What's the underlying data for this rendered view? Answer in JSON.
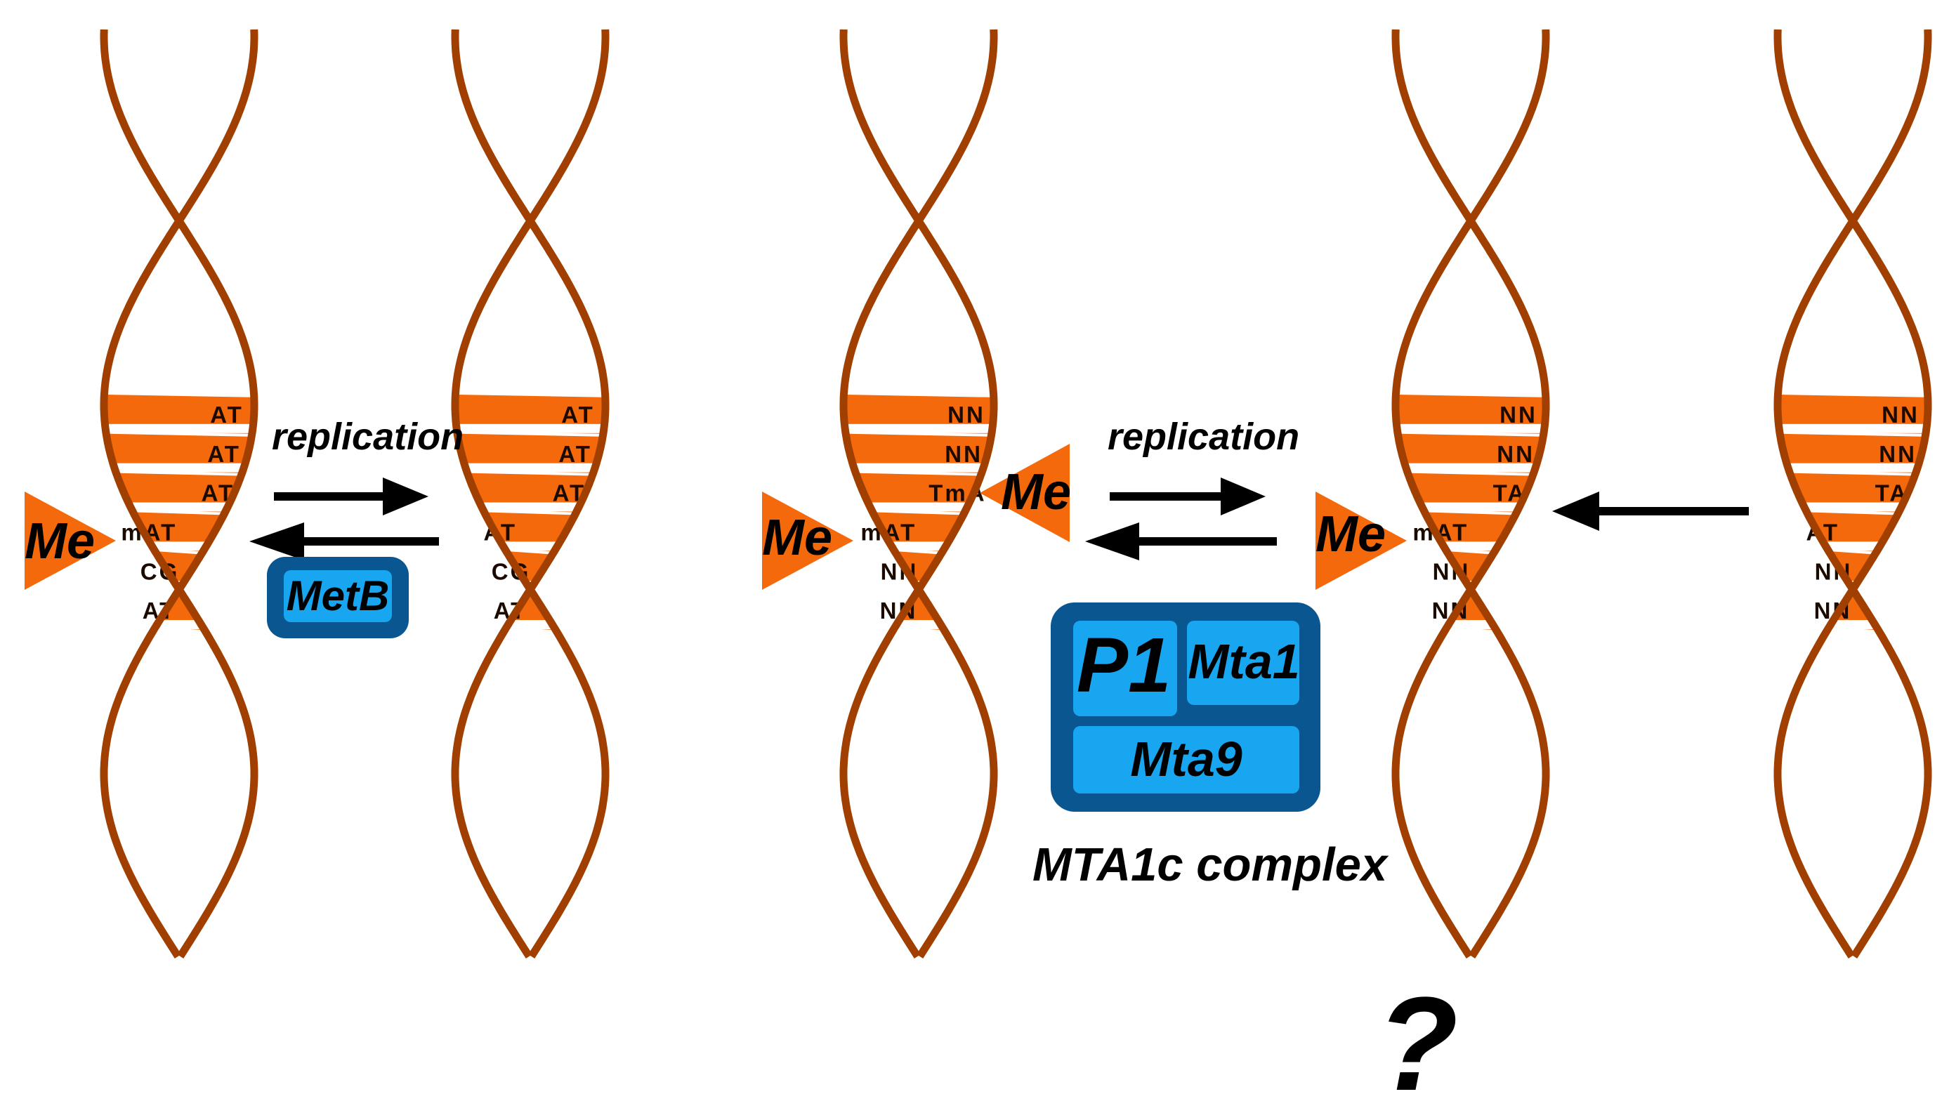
{
  "helices": [
    {
      "pairs": [
        "AT",
        "AT",
        "AT",
        "mAT",
        "CG",
        "AT"
      ]
    },
    {
      "pairs": [
        "AT",
        "AT",
        "AT",
        "AT",
        "CG",
        "AT"
      ]
    },
    {
      "pairs": [
        "NN",
        "NN",
        "TmA",
        "mAT",
        "NN",
        "NN"
      ]
    },
    {
      "pairs": [
        "NN",
        "NN",
        "TA",
        "mAT",
        "NN",
        "NN"
      ]
    },
    {
      "pairs": [
        "NN",
        "NN",
        "TA",
        "AT",
        "NN",
        "NN"
      ]
    }
  ],
  "methyl_label": "Me",
  "replication_label_left": "replication",
  "replication_label_right": "replication",
  "enzyme_metb": "MetB",
  "complex": {
    "p1": "P1",
    "mta1": "Mta1",
    "mta9": "Mta9",
    "name": "MTA1c complex"
  },
  "question_mark": "?",
  "colors": {
    "strand": "#a03f00",
    "base_pair": "#f4690c",
    "enzyme_border": "#0a5690",
    "enzyme_fill": "#19a6f0"
  }
}
